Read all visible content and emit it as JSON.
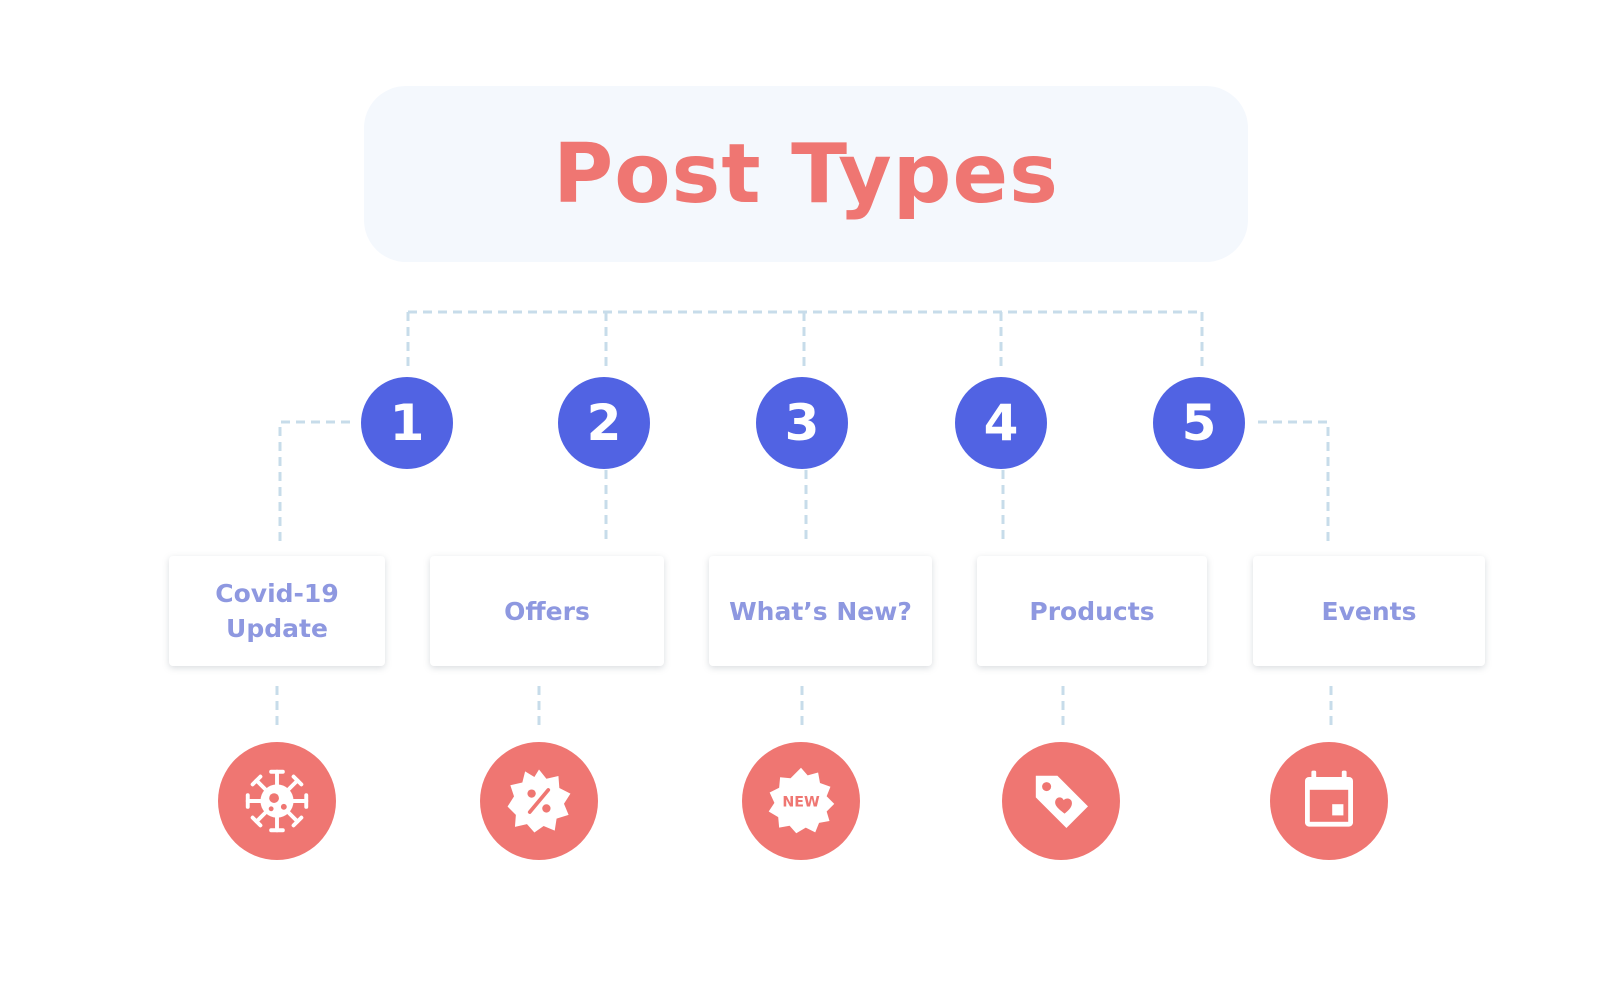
{
  "title": "Post Types",
  "colors": {
    "title": "#ef7672",
    "number_circle": "#5163e3",
    "card_label": "#8e98e0",
    "icon_circle": "#ef7672",
    "connector": "#c7dcea",
    "title_box_bg": "#f4f8fd"
  },
  "items": [
    {
      "number": "1",
      "label": "Covid-19\nUpdate",
      "icon": "virus-icon"
    },
    {
      "number": "2",
      "label": "Offers",
      "icon": "discount-badge-icon"
    },
    {
      "number": "3",
      "label": "What’s New?",
      "icon": "new-badge-icon",
      "icon_text": "NEW"
    },
    {
      "number": "4",
      "label": "Products",
      "icon": "heart-tag-icon"
    },
    {
      "number": "5",
      "label": "Events",
      "icon": "calendar-icon"
    }
  ]
}
